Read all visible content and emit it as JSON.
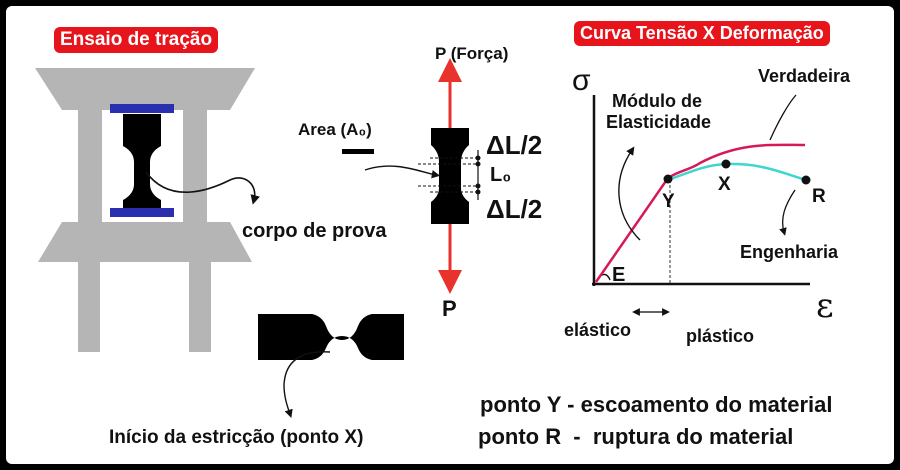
{
  "titles": {
    "left": "Ensaio de tração",
    "right": "Curva Tensão X Deformação"
  },
  "machine": {
    "specimen_label": "corpo de prova"
  },
  "specimen": {
    "force_top": "P (Força)",
    "force_bottom": "P",
    "area_label": "Area (A₀)",
    "delta_top": "ΔL/2",
    "length": "L₀",
    "delta_bottom": "ΔL/2"
  },
  "necking": {
    "caption": "Início da estricção (ponto X)"
  },
  "chart": {
    "y_axis_symbol": "σ",
    "x_axis_symbol": "ε",
    "modulus_label_line1": "Módulo de",
    "modulus_label_line2": "Elasticidade",
    "modulus_symbol": "E",
    "point_y": "Y",
    "point_x": "X",
    "point_r": "R",
    "true_curve": "Verdadeira",
    "eng_curve": "Engenharia",
    "elastic": "elástico",
    "plastic": "plástico",
    "colors": {
      "true_curve": "#d6195a",
      "eng_curve": "#3ed6cf"
    }
  },
  "notes": {
    "line1": "ponto Y - escoamento do material",
    "line2": "ponto R  -  ruptura do material"
  }
}
